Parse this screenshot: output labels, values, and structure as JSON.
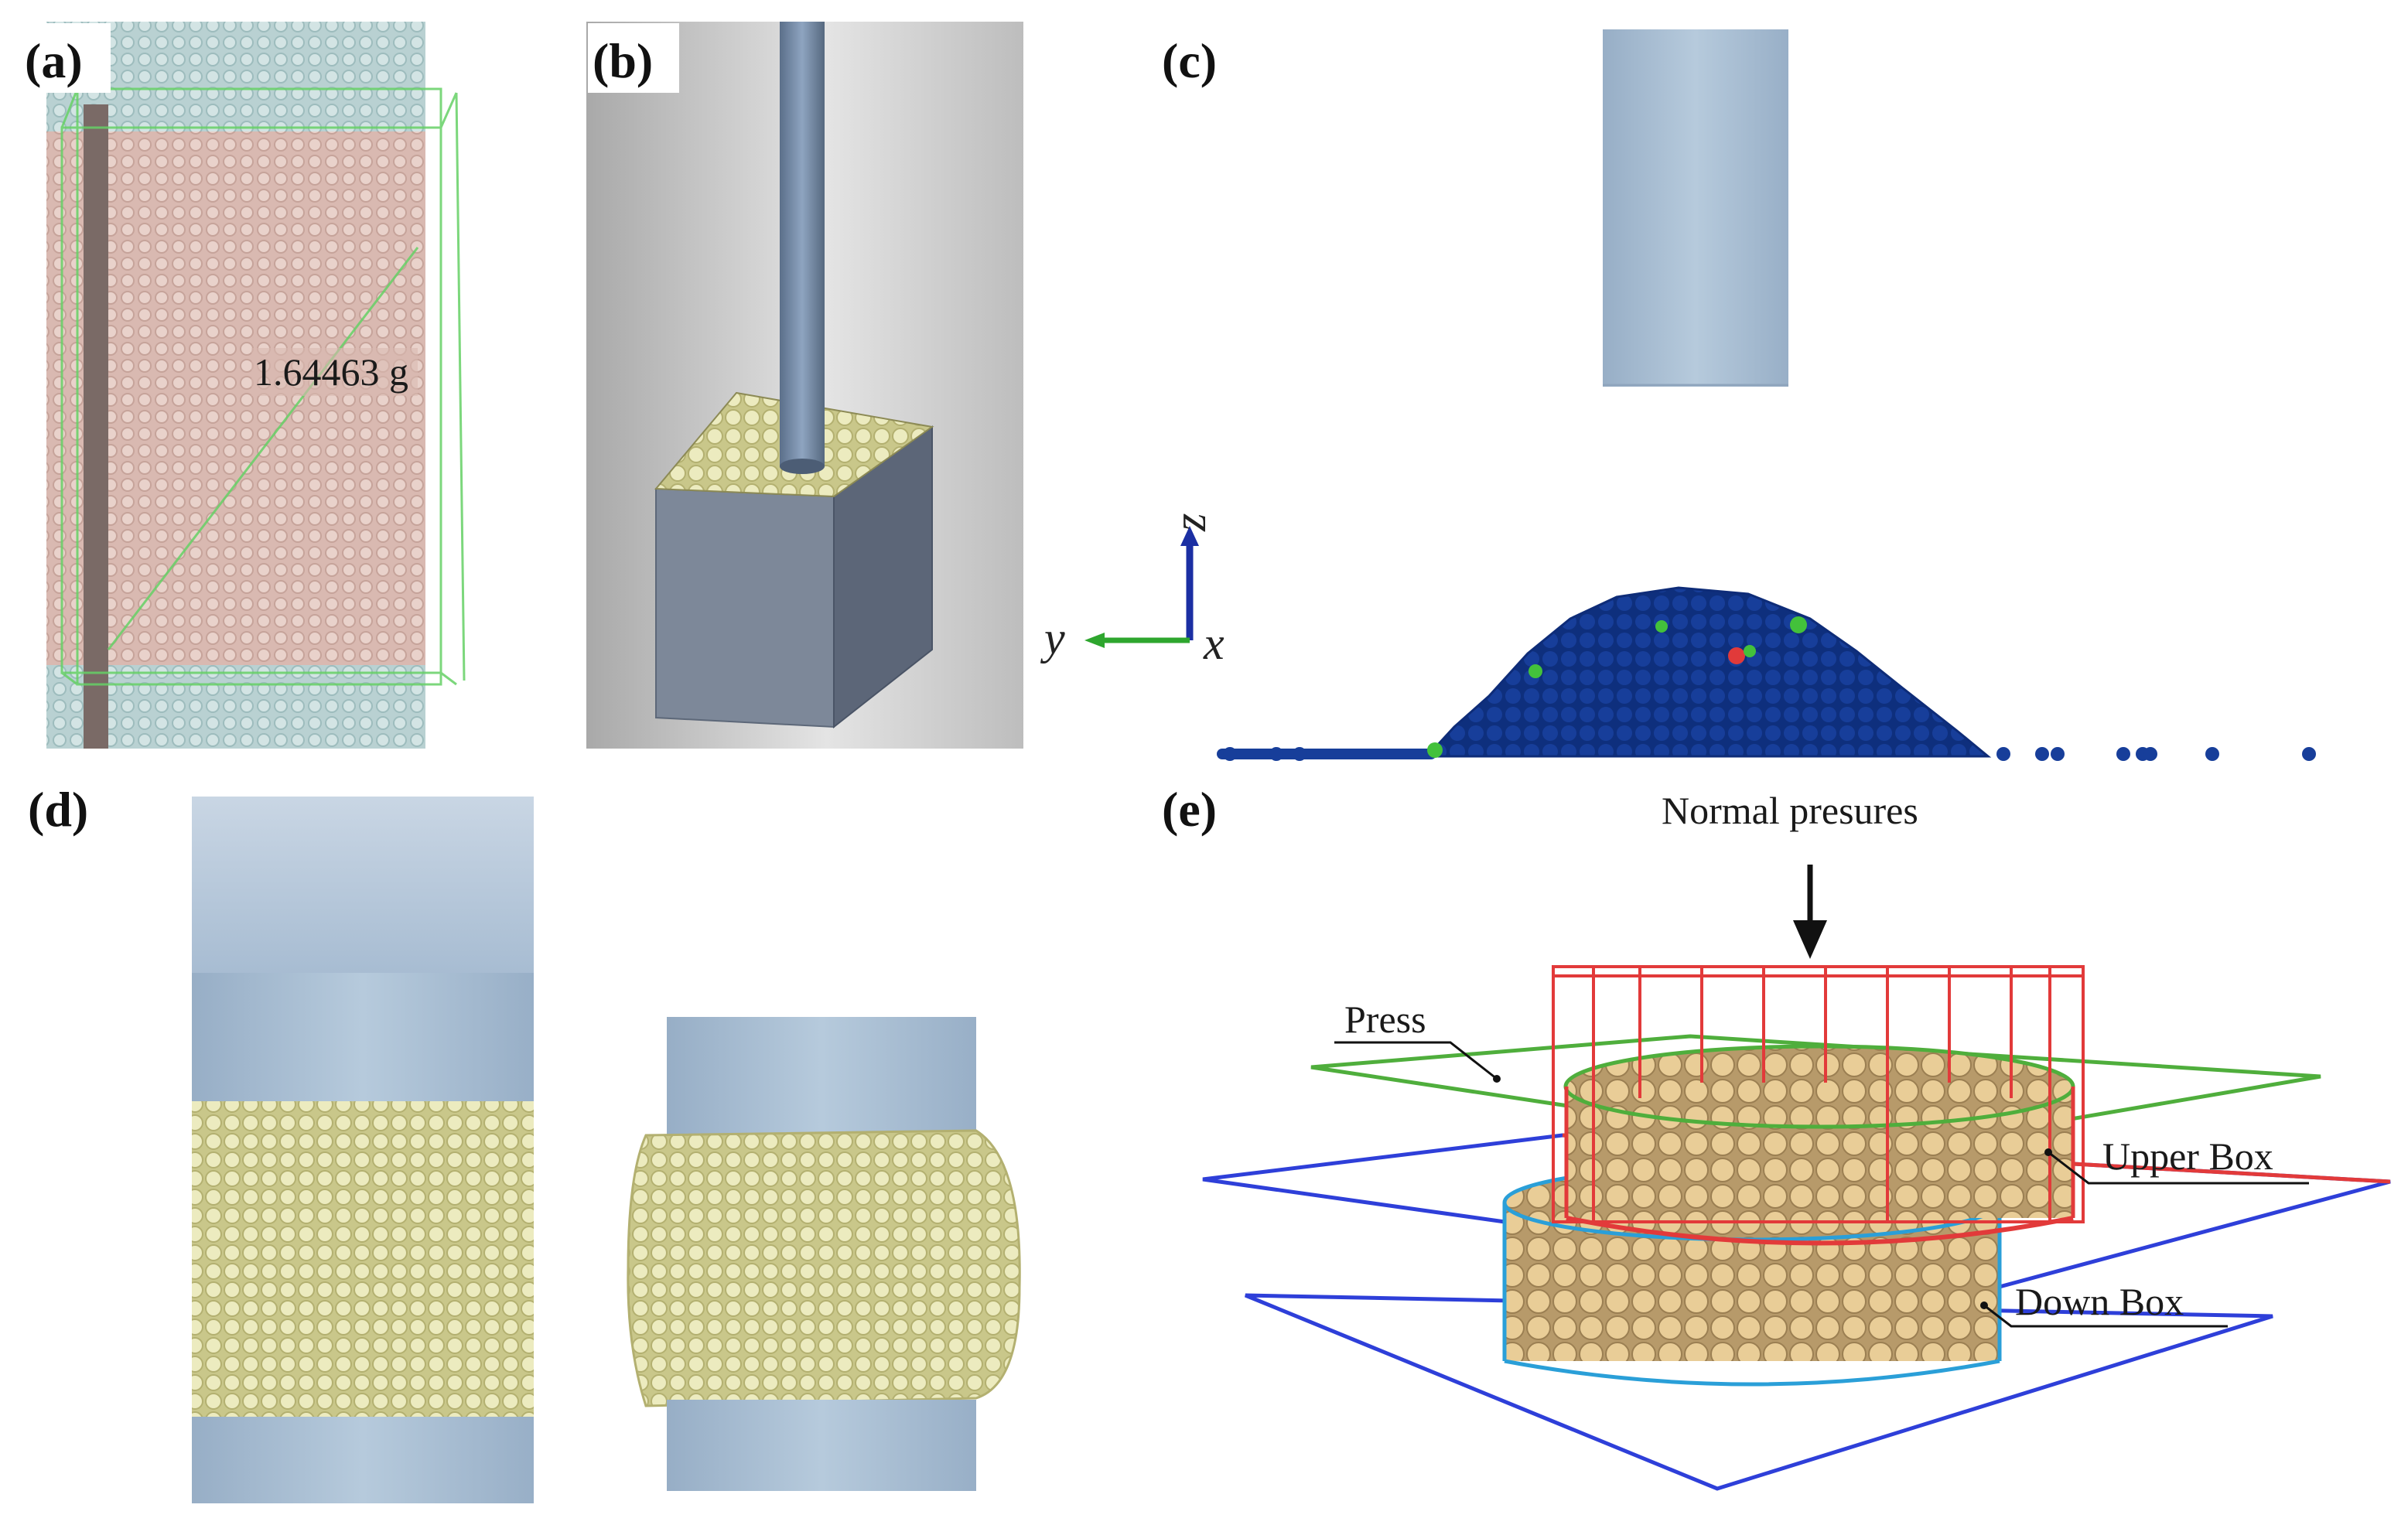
{
  "panels": {
    "a": {
      "label": "(a)",
      "mass_label": "1.64463 g"
    },
    "b": {
      "label": "(b)"
    },
    "c": {
      "label": "(c)",
      "axes": {
        "y": "y",
        "z": "z",
        "x": "x"
      }
    },
    "d": {
      "label": "(d)"
    },
    "e": {
      "label": "(e)",
      "title": "Normal presures",
      "press_label": "Press",
      "upper_box_label": "Upper Box",
      "down_box_label": "Down Box"
    }
  },
  "colors": {
    "cylinder": "#a9bfd6",
    "particles_yellow": "#e3e0a8",
    "particles_blue": "#133a8f",
    "sample_pink": "#d8b7ae",
    "sample_teal": "#b7d0d0",
    "press_red": "#e23a3a",
    "plane_green": "#4fae3c",
    "box_blue": "#2e3fd9"
  }
}
